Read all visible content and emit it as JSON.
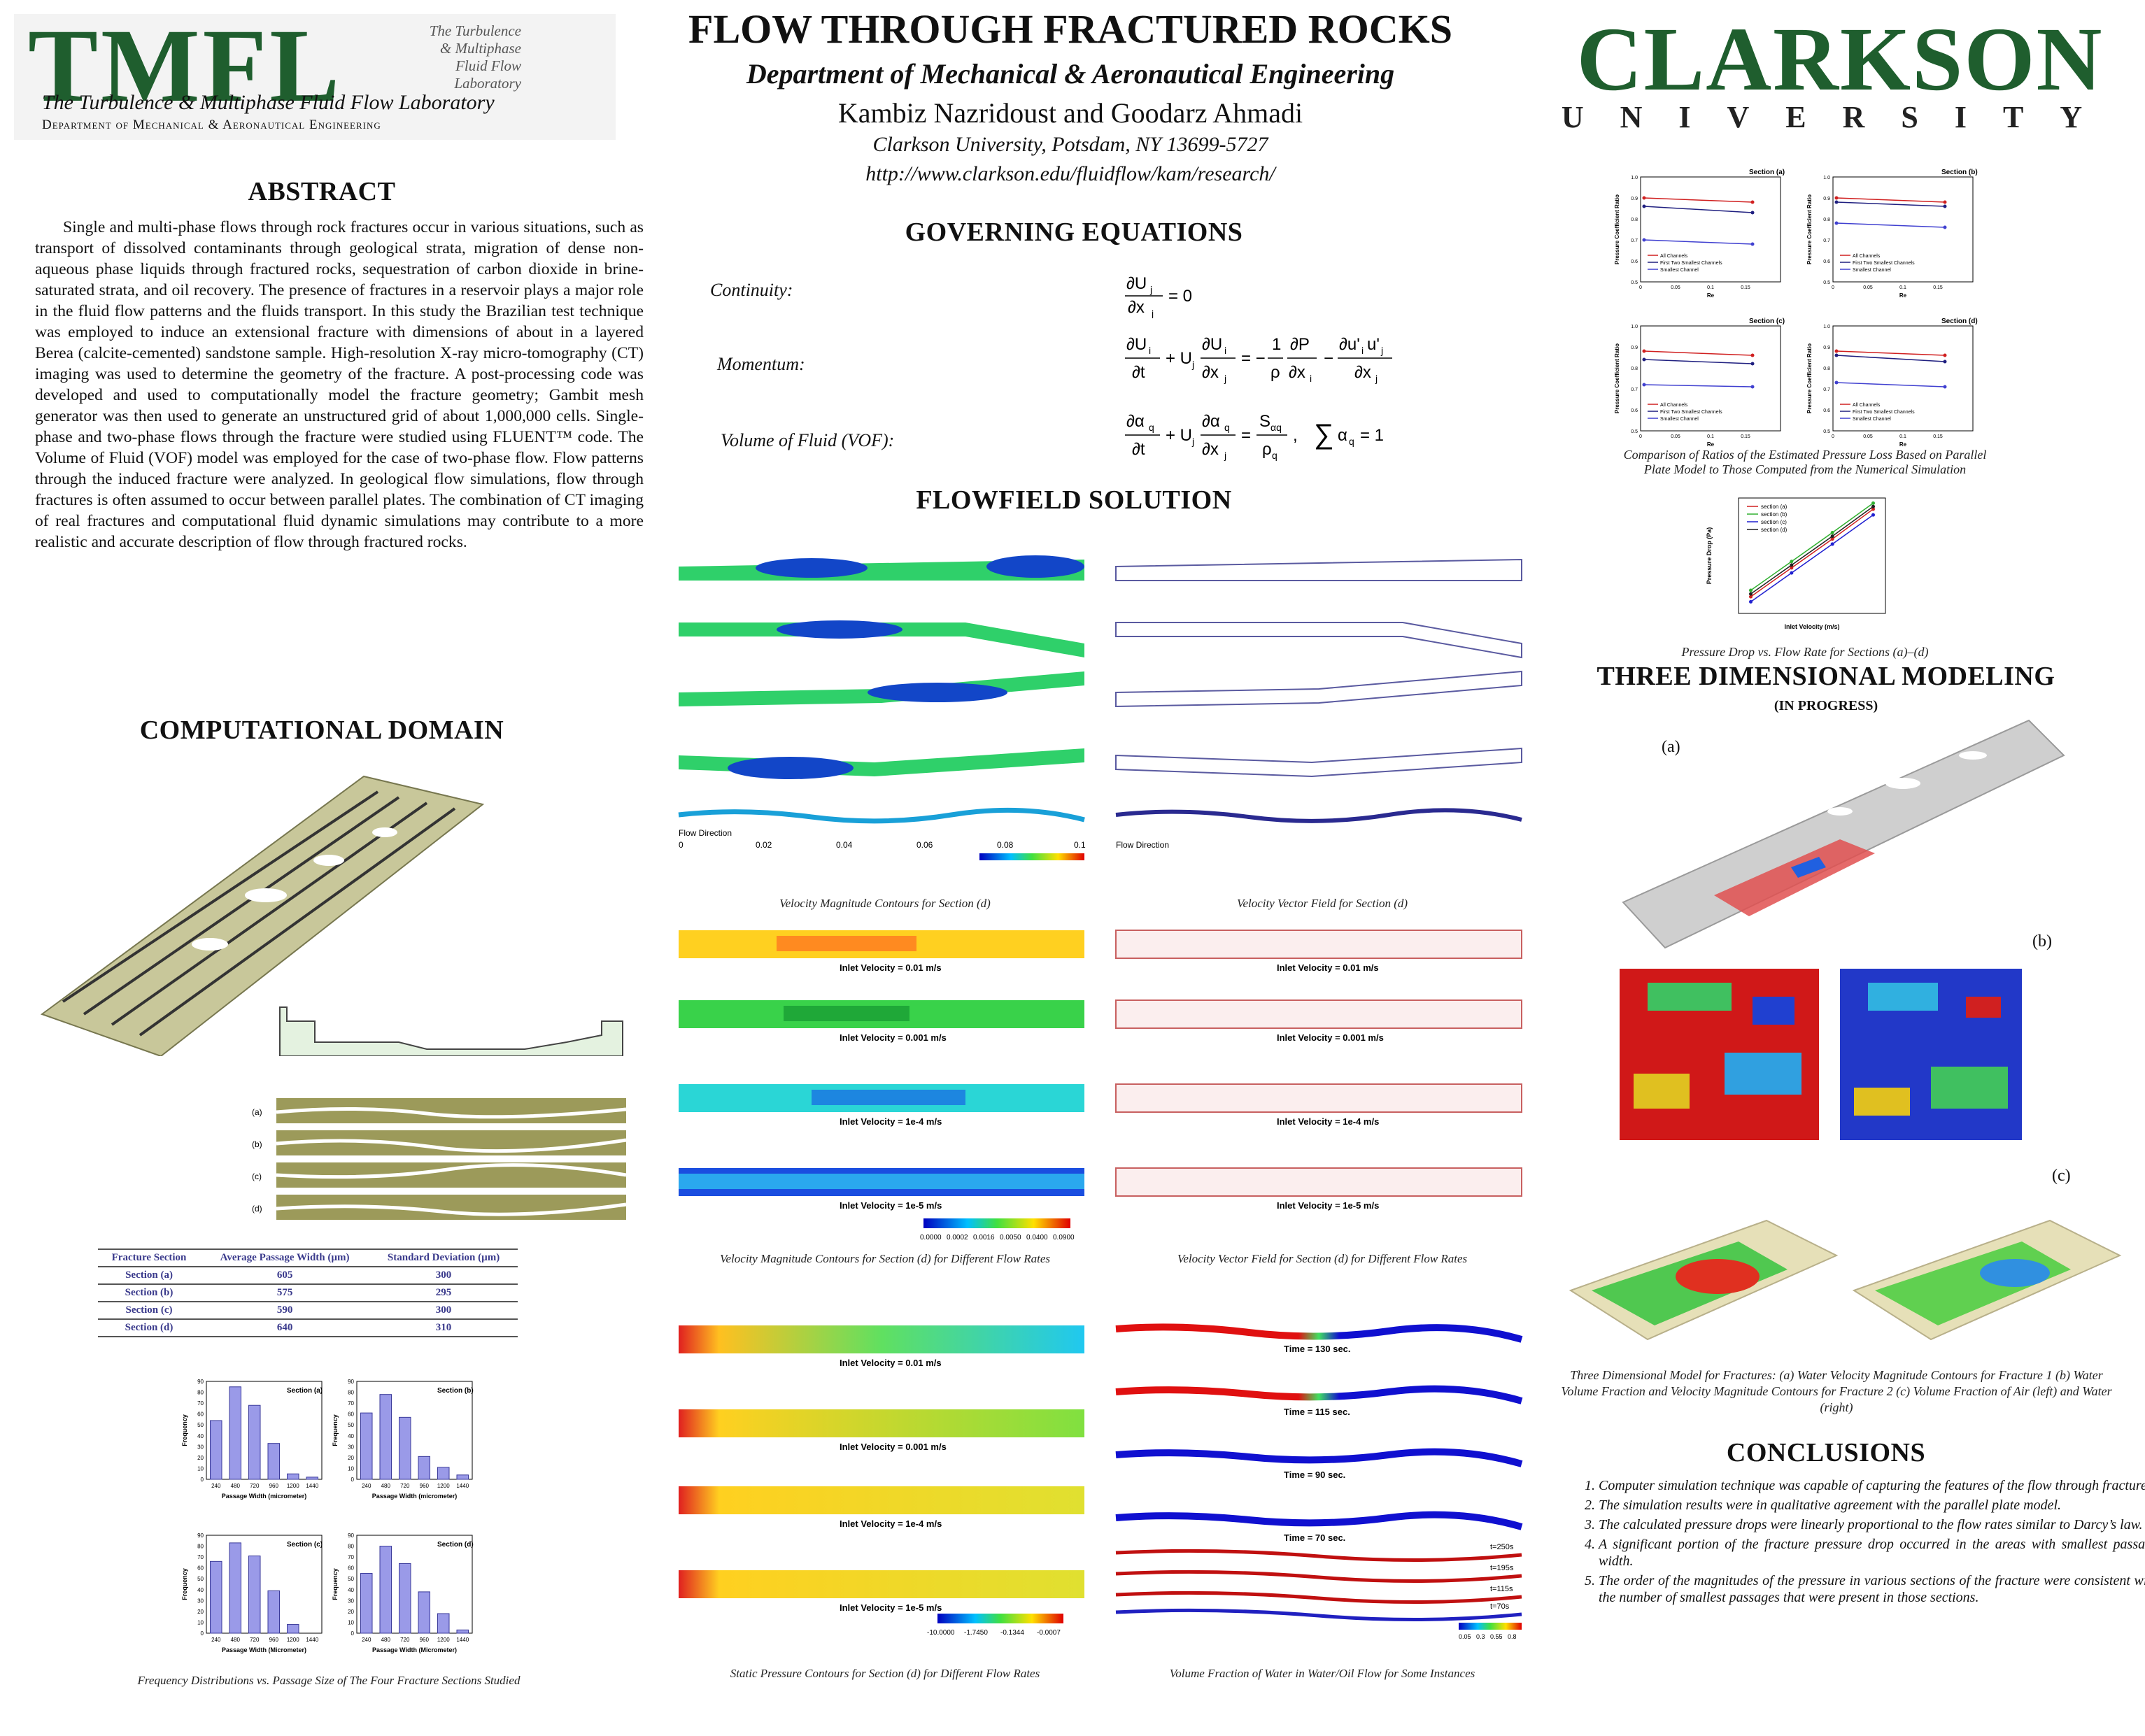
{
  "header": {
    "lab_logo_text": "TMFL",
    "lab_logo_side": [
      "The Turbulence",
      "& Multiphase",
      "Fluid Flow",
      "Laboratory"
    ],
    "lab_name": "The Turbulence & Multiphase Fluid Flow Laboratory",
    "lab_dept": "Department of Mechanical & Aeronautical Engineering",
    "title": "FLOW THROUGH FRACTURED ROCKS",
    "department": "Department of Mechanical & Aeronautical Engineering",
    "authors": "Kambiz Nazridoust and Goodarz Ahmadi",
    "address": "Clarkson University, Potsdam, NY 13699-5727",
    "url": "http://www.clarkson.edu/fluidflow/kam/research/",
    "university_logo": "CLARKSON",
    "university_sub": "UNIVERSITY"
  },
  "abstract": {
    "heading": "ABSTRACT",
    "text": "Single and multi-phase flows through rock fractures occur in various situations, such as transport of dissolved contaminants through geological strata, migration of dense non-aqueous phase liquids through fractured rocks, sequestration of carbon dioxide in brine-saturated strata, and oil recovery. The presence of fractures in a reservoir plays a major role in the fluid flow patterns and the fluids transport.  In this study the Brazilian test technique was employed to induce an extensional fracture with dimensions of about in a layered Berea (calcite-cemented) sandstone sample. High-resolution X-ray micro-tomography (CT) imaging was used to determine the geometry of the fracture. A post-processing code was developed and used to computationally model the fracture geometry; Gambit mesh generator was then used to generate an unstructured grid of about 1,000,000 cells. Single-phase and two-phase flows through the fracture were studied using FLUENT™ code. The Volume of Fluid (VOF) model was employed for the case of two-phase flow. Flow patterns through the induced fracture were analyzed. In geological flow simulations, flow through fractures is often assumed to occur between parallel plates. The combination of CT imaging of real fractures and computational fluid dynamic simulations may contribute to a more realistic and accurate description of flow through fractured rocks."
  },
  "domain": {
    "heading": "COMPUTATIONAL DOMAIN",
    "strip_labels": [
      "(a)",
      "(b)",
      "(c)",
      "(d)"
    ],
    "table": {
      "headers": [
        "Fracture Section",
        "Average Passage Width (µm)",
        "Standard Deviation (µm)"
      ],
      "rows": [
        [
          "Section (a)",
          "605",
          "300"
        ],
        [
          "Section (b)",
          "575",
          "295"
        ],
        [
          "Section (c)",
          "590",
          "300"
        ],
        [
          "Section (d)",
          "640",
          "310"
        ]
      ]
    },
    "histogram_caption": "Frequency Distributions vs. Passage Size of The Four Fracture Sections Studied"
  },
  "equations": {
    "heading": "GOVERNING EQUATIONS",
    "continuity": "Continuity:",
    "momentum": "Momentum:",
    "vof": "Volume of Fluid (VOF):"
  },
  "flowfield": {
    "heading": "FLOWFIELD SOLUTION",
    "caption_vel_d": "Velocity Magnitude Contours for Section (d)",
    "caption_vec_d": "Velocity Vector Field for Section (d)",
    "caption_vel_rates": "Velocity Magnitude Contours for Section (d) for Different Flow Rates",
    "caption_vec_rates": "Velocity Vector Field for Section (d) for Different Flow Rates",
    "caption_pressure": "Static Pressure Contours for Section (d) for Different Flow Rates",
    "caption_vof": "Volume Fraction of Water in Water/Oil Flow for Some  Instances",
    "flow_direction": "Flow Direction",
    "inlet_labels": [
      "Inlet Velocity = 0.01 m/s",
      "Inlet Velocity = 0.001 m/s",
      "Inlet Velocity = 1e-4 m/s",
      "Inlet Velocity = 1e-5 m/s"
    ],
    "time_labels": [
      "Time = 130 sec.",
      "Time = 115 sec.",
      "Time = 90 sec.",
      "Time = 70 sec."
    ],
    "time_tags": [
      "t=250s",
      "t=195s",
      "t=115s",
      "t=70s"
    ],
    "vel_scale": [
      "0.0000",
      "0.0002",
      "0.0016",
      "0.0050",
      "0.0400",
      "0.0900"
    ],
    "pressure_scale": [
      "-10.0000",
      "-1.7450",
      "-0.1344",
      "-0.0007"
    ],
    "vof_scale": [
      "0.05",
      "0.3",
      "0.55",
      "0.8"
    ],
    "x_ticks": [
      "0",
      "0.02",
      "0.04",
      "0.06",
      "0.08",
      "0.1"
    ]
  },
  "right": {
    "ratio_caption": "Comparison of Ratios of the Estimated Pressure Loss Based on Parallel Plate Model to Those Computed from the Numerical Simulation",
    "ratio_ylabel": "Pressure Coefficient Ratio",
    "ratio_xlabel": "Re",
    "ratio_legend": [
      "All Channels",
      "First Two Smallest Channels",
      "Smallest Channel"
    ],
    "pd_caption": "Pressure Drop vs. Flow Rate for Sections (a)–(d)",
    "pd_ylabel": "Pressure Drop (Pa)",
    "pd_xlabel": "Inlet Velocity (m/s)",
    "three_d_heading": "THREE DIMENSIONAL MODELING",
    "three_d_sub": "(IN PROGRESS)",
    "label_a": "(a)",
    "label_b": "(b)",
    "label_c": "(c)",
    "three_d_caption": "Three Dimensional Model for Fractures: (a) Water Velocity Magnitude Contours for Fracture 1 (b) Water Volume Fraction and Velocity Magnitude Contours for Fracture 2 (c) Volume Fraction of Air (left) and Water (right)",
    "conclusions_heading": "CONCLUSIONS",
    "conclusions": [
      "Computer simulation technique was capable of capturing the features of the flow through fractures.",
      "The simulation results were in qualitative agreement with the parallel plate model.",
      "The calculated pressure drops were linearly proportional to the flow rates similar to Darcy’s law.",
      "A significant portion of the fracture pressure drop occurred in the areas with  smallest passage width.",
      "The order of the magnitudes of the pressure in various sections of the fracture were consistent with the number of smallest passages that were present in those sections."
    ]
  },
  "chart_data": [
    {
      "type": "bar",
      "title": "Section (a)",
      "categories": [
        "240",
        "480",
        "720",
        "960",
        "1200",
        "1440"
      ],
      "values": [
        54,
        85,
        68,
        33,
        5,
        2
      ],
      "xlabel": "Passage Width (micrometer)",
      "ylabel": "Frequency",
      "ylim": [
        0,
        90
      ]
    },
    {
      "type": "bar",
      "title": "Section (b)",
      "categories": [
        "240",
        "480",
        "720",
        "960",
        "1200",
        "1440"
      ],
      "values": [
        61,
        78,
        57,
        21,
        11,
        4
      ],
      "xlabel": "Passage Width (micrometer)",
      "ylabel": "Frequency",
      "ylim": [
        0,
        90
      ]
    },
    {
      "type": "bar",
      "title": "Section (c)",
      "categories": [
        "240",
        "480",
        "720",
        "960",
        "1200",
        "1440"
      ],
      "values": [
        66,
        83,
        71,
        39,
        8,
        0
      ],
      "xlabel": "Passage Width (Micrometer)",
      "ylabel": "Frequency",
      "ylim": [
        0,
        90
      ]
    },
    {
      "type": "bar",
      "title": "Section (d)",
      "categories": [
        "240",
        "480",
        "720",
        "960",
        "1200",
        "1440"
      ],
      "values": [
        55,
        80,
        64,
        38,
        18,
        3
      ],
      "xlabel": "Passage Width (Micrometer)",
      "ylabel": "Frequency",
      "ylim": [
        0,
        90
      ]
    },
    {
      "type": "line",
      "title": "Section (a)",
      "x": [
        0.005,
        0.16
      ],
      "series": [
        {
          "name": "All Channels",
          "values": [
            0.9,
            0.88
          ]
        },
        {
          "name": "First Two Smallest Channels",
          "values": [
            0.86,
            0.83
          ]
        },
        {
          "name": "Smallest Channel",
          "values": [
            0.7,
            0.68
          ]
        }
      ],
      "xlabel": "Re",
      "ylabel": "Pressure Coefficient Ratio",
      "ylim": [
        0.5,
        1.0
      ],
      "xlim": [
        0,
        0.2
      ]
    },
    {
      "type": "line",
      "title": "Section (b)",
      "x": [
        0.005,
        0.16
      ],
      "series": [
        {
          "name": "All Channels",
          "values": [
            0.9,
            0.88
          ]
        },
        {
          "name": "First Two Smallest Channels",
          "values": [
            0.88,
            0.86
          ]
        },
        {
          "name": "Smallest Channel",
          "values": [
            0.78,
            0.76
          ]
        }
      ],
      "xlabel": "Re",
      "ylabel": "Pressure Coefficient Ratio",
      "ylim": [
        0.5,
        1.0
      ],
      "xlim": [
        0,
        0.2
      ]
    },
    {
      "type": "line",
      "title": "Section (c)",
      "x": [
        0.005,
        0.16
      ],
      "series": [
        {
          "name": "All Channels",
          "values": [
            0.88,
            0.86
          ]
        },
        {
          "name": "First Two Smallest Channels",
          "values": [
            0.84,
            0.82
          ]
        },
        {
          "name": "Smallest Channel",
          "values": [
            0.72,
            0.71
          ]
        }
      ],
      "xlabel": "Re",
      "ylabel": "Pressure Coefficient Ratio",
      "ylim": [
        0.5,
        1.0
      ],
      "xlim": [
        0,
        0.2
      ]
    },
    {
      "type": "line",
      "title": "Section (d)",
      "x": [
        0.005,
        0.16
      ],
      "series": [
        {
          "name": "All Channels",
          "values": [
            0.88,
            0.86
          ]
        },
        {
          "name": "First Two Smallest Channels",
          "values": [
            0.86,
            0.83
          ]
        },
        {
          "name": "Smallest Channel",
          "values": [
            0.73,
            0.71
          ]
        }
      ],
      "xlabel": "Re",
      "ylabel": "Pressure Coefficient Ratio",
      "ylim": [
        0.5,
        1.0
      ],
      "xlim": [
        0,
        0.2
      ]
    },
    {
      "type": "line",
      "title": "",
      "x": [
        1e-05,
        0.0001,
        0.001,
        0.01
      ],
      "series": [
        {
          "name": "section (a)",
          "values": [
            1.2,
            12,
            120,
            1300
          ]
        },
        {
          "name": "section (b)",
          "values": [
            2.0,
            20,
            200,
            2100
          ]
        },
        {
          "name": "section (c)",
          "values": [
            0.8,
            8,
            80,
            820
          ]
        },
        {
          "name": "section (d)",
          "values": [
            1.5,
            15,
            150,
            1600
          ]
        }
      ],
      "xlabel": "Inlet Velocity (m/s)",
      "ylabel": "Pressure Drop (Pa)",
      "log_x": true,
      "log_y": true
    }
  ]
}
